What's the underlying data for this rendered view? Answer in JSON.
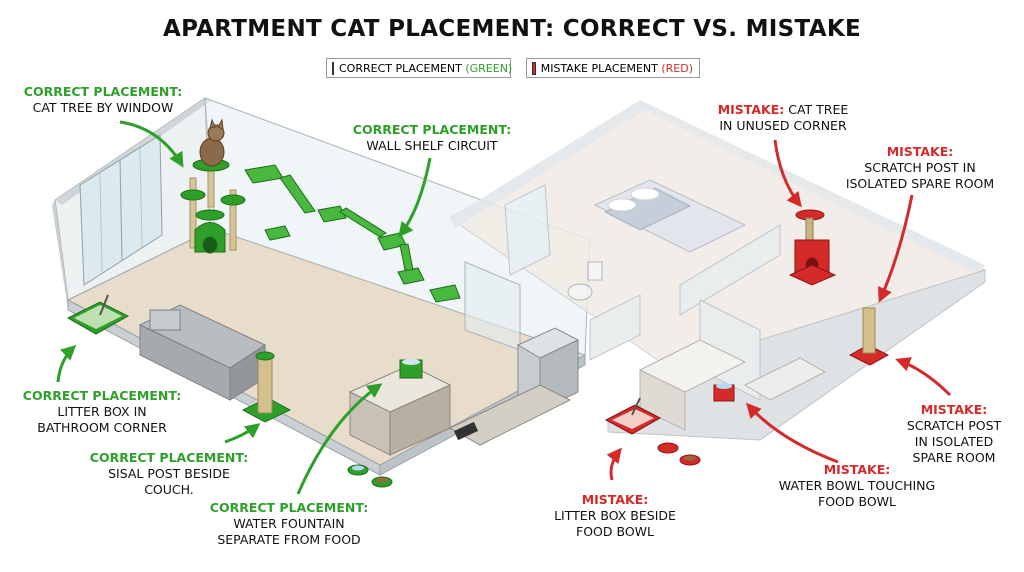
{
  "title": "APARTMENT CAT PLACEMENT: CORRECT VS. MISTAKE",
  "legend": {
    "correct": {
      "prefix": "CORRECT PLACEMENT ",
      "tag": "(GREEN)",
      "color": "#2ea02a"
    },
    "mistake": {
      "prefix": "MISTAKE PLACEMENT ",
      "tag": "(RED)",
      "color": "#d42a2a"
    }
  },
  "colors": {
    "correct": "#2ea02a",
    "mistake": "#d42a2a"
  },
  "correct_labels": [
    {
      "heading": "CORRECT PLACEMENT:",
      "body": "CAT TREE BY WINDOW"
    },
    {
      "heading": "CORRECT PLACEMENT:",
      "body": "WALL SHELF CIRCUIT"
    },
    {
      "heading": "CORRECT PLACEMENT:",
      "body": "LITTER BOX IN\nBATHROOM CORNER"
    },
    {
      "heading": "CORRECT PLACEMENT:",
      "body": "SISAL POST BESIDE\nCOUCH."
    },
    {
      "heading": "CORRECT PLACEMENT:",
      "body": "WATER FOUNTAIN\nSEPARATE FROM FOOD"
    }
  ],
  "mistake_labels": [
    {
      "heading": "MISTAKE:",
      "body": "CAT TREE\nIN UNUSED CORNER"
    },
    {
      "heading": "MISTAKE:",
      "body": "SCRATCH POST IN\nISOLATED SPARE ROOM"
    },
    {
      "heading": "MISTAKE:",
      "body": "SCRATCH POST\nIN ISOLATED\nSPARE ROOM"
    },
    {
      "heading": "MISTAKE:",
      "body": "WATER BOWL TOUCHING\nFOOD BOWL"
    },
    {
      "heading": "MISTAKE:",
      "body": "LITTER BOX BESIDE\nFOOD BOWL"
    }
  ]
}
